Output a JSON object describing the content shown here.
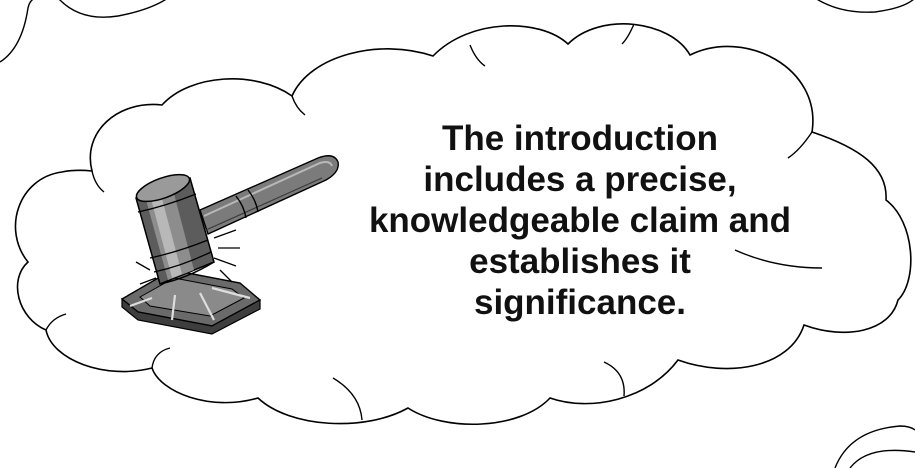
{
  "slide": {
    "text_lines": [
      "The introduction",
      "includes a precise,",
      "knowledgeable claim and",
      "establishes it",
      "significance."
    ]
  },
  "icons": {
    "clipart": "gavel-icon",
    "background": "cloud-shape"
  },
  "colors": {
    "background": "#ffffff",
    "outline": "#000000",
    "text": "#111111",
    "gavel_dark": "#4a4a4a",
    "gavel_mid": "#7a7a7a",
    "gavel_light": "#b5b5b5"
  }
}
